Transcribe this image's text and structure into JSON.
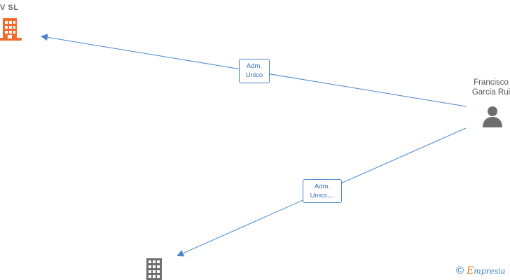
{
  "nodes": {
    "company_top": {
      "label": "V  SL",
      "color": "#f26b2e",
      "icon": "building-icon"
    },
    "person": {
      "label_line1": "Francisco",
      "label_line2": "Garcia Rui",
      "color": "#6e6e6e",
      "icon": "person-icon"
    },
    "company_bottom": {
      "label": "",
      "color": "#6e6e6e",
      "icon": "building-icon"
    }
  },
  "edges": [
    {
      "from": "person",
      "to": "company_top",
      "label_line1": "Adm.",
      "label_line2": "Unico"
    },
    {
      "from": "person",
      "to": "company_bottom",
      "label_line1": "Adm.",
      "label_line2": "Unico,..."
    }
  ],
  "edge_color": "#4a86d0",
  "watermark": {
    "copyright": "©",
    "brand_first": "E",
    "brand_rest": "mpresia"
  }
}
